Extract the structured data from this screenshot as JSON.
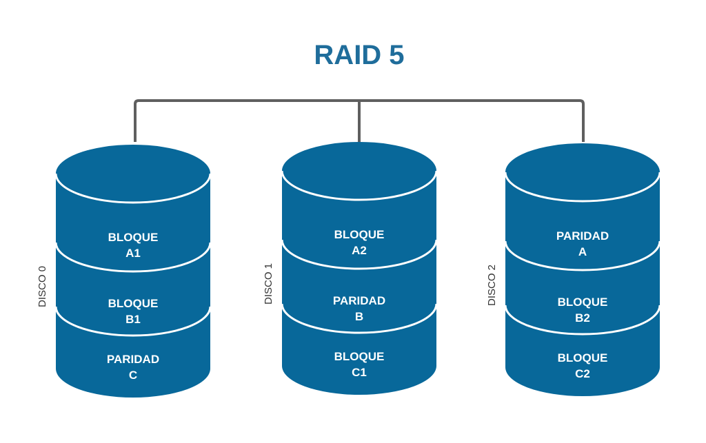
{
  "title": "RAID 5",
  "colors": {
    "title": "#1f6d9b",
    "disk_fill": "#08689a",
    "divider": "#ffffff",
    "connector": "#5f5f5f",
    "label": "#333333"
  },
  "disks": [
    {
      "label": "DISCO 0",
      "segments": [
        {
          "line1": "BLOQUE",
          "line2": "A1",
          "kind": "data"
        },
        {
          "line1": "BLOQUE",
          "line2": "B1",
          "kind": "data"
        },
        {
          "line1": "PARIDAD",
          "line2": "C",
          "kind": "parity"
        }
      ]
    },
    {
      "label": "DISCO 1",
      "segments": [
        {
          "line1": "BLOQUE",
          "line2": "A2",
          "kind": "data"
        },
        {
          "line1": "PARIDAD",
          "line2": "B",
          "kind": "parity"
        },
        {
          "line1": "BLOQUE",
          "line2": "C1",
          "kind": "data"
        }
      ]
    },
    {
      "label": "DISCO 2",
      "segments": [
        {
          "line1": "PARIDAD",
          "line2": "A",
          "kind": "parity"
        },
        {
          "line1": "BLOQUE",
          "line2": "B2",
          "kind": "data"
        },
        {
          "line1": "BLOQUE",
          "line2": "C2",
          "kind": "data"
        }
      ]
    }
  ]
}
